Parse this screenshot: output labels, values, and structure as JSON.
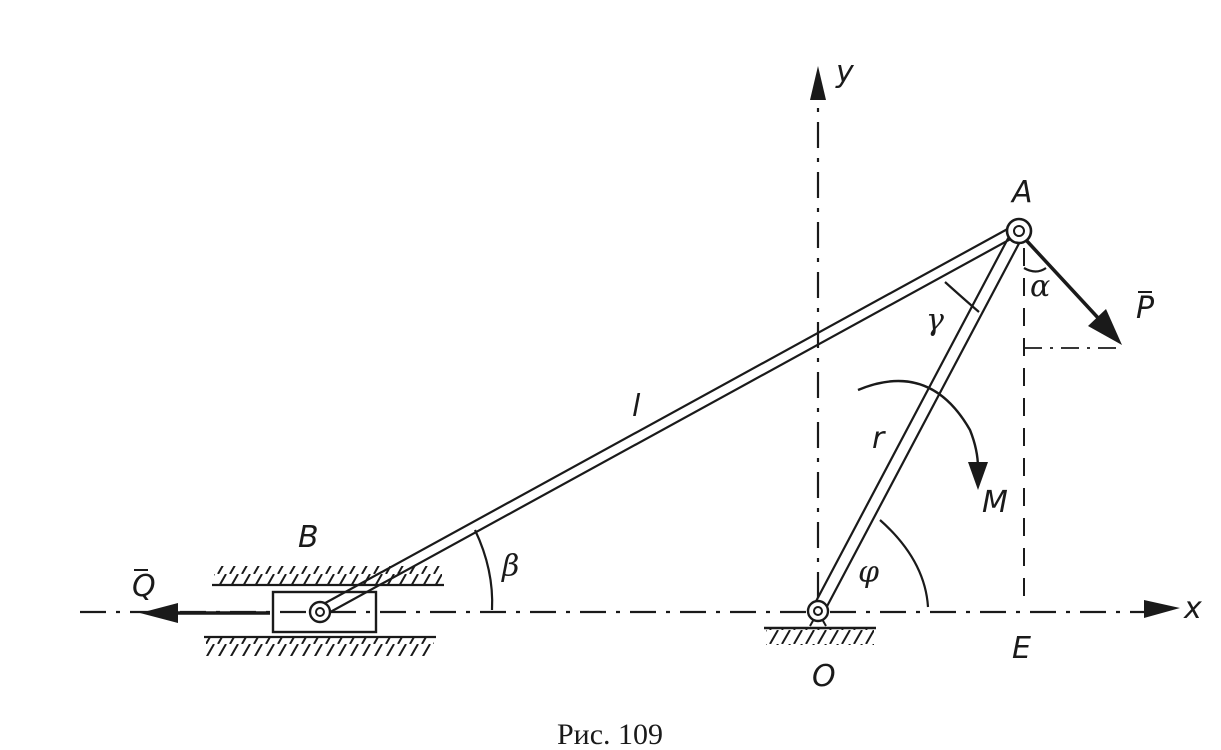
{
  "labels": {
    "y_axis": "y",
    "x_axis": "x",
    "point_a": "A",
    "point_b": "B",
    "point_o": "O",
    "point_e": "E",
    "force_p": "P",
    "force_q": "Q",
    "length_l": "l",
    "radius_r": "r",
    "moment_m": "M",
    "angle_alpha": "α",
    "angle_beta": "β",
    "angle_gamma": "γ",
    "angle_phi": "φ"
  },
  "caption": "Рис. 109"
}
